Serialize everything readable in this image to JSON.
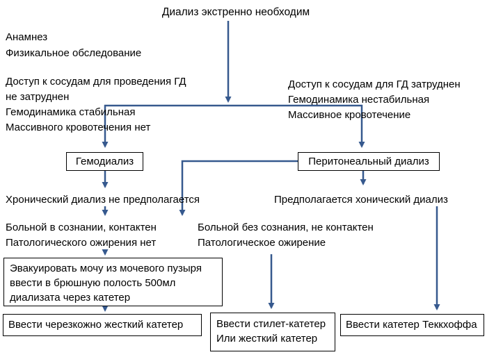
{
  "colors": {
    "arrow": "#36598E",
    "box_border": "#000000",
    "text": "#000000",
    "background": "#ffffff"
  },
  "flowchart": {
    "title": "Диализ экстренно необходим",
    "assessment": [
      "Анамнез",
      "Физикальное обследование"
    ],
    "left_criteria": [
      "Доступ к сосудам для проведения ГД",
      "не затруднен",
      "Гемодинамика стабильная",
      "Массивного кровотечения нет"
    ],
    "right_criteria": [
      "Доступ к сосудам для ГД затруднен",
      "Гемодинамика нестабильная",
      "Массивное кровотечение"
    ],
    "hemodialysis_box": "Гемодиализ",
    "peritoneal_box": "Перитонеальный диализ",
    "chronic_not_expected": "Хронический диализ не предполагается",
    "chronic_expected": "Предполагается хонический диализ",
    "conscious": [
      "Больной в сознании, контактен",
      "Патологического ожирения нет"
    ],
    "unconscious": [
      "Больной без сознания, не контактен",
      "Патологическое ожирение"
    ],
    "evacuate_box": [
      "Эвакуировать мочу из мочевого пузыря",
      "ввести в брюшную полость 500мл",
      "диализата через катетер"
    ],
    "rigid_catheter_box": "Ввести черезкожно жесткий катетер",
    "stylet_box": [
      "Ввести стилет-катетер",
      "Или жесткий катетер"
    ],
    "tenckhoff_box": "Ввести катетер Теккхоффа"
  }
}
